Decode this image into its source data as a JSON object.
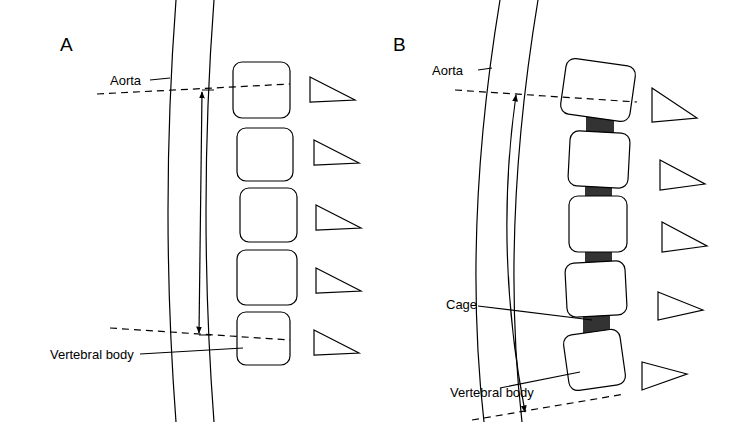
{
  "diagram": {
    "labels": [
      "A",
      "Aorta",
      "Vertebral body",
      "B",
      "Aorta",
      "Cage",
      "Vertebral body"
    ]
  }
}
